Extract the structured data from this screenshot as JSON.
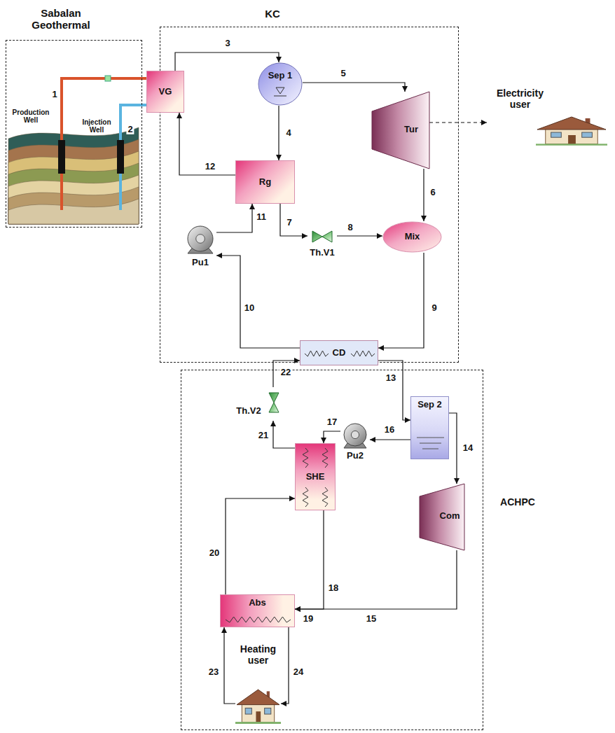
{
  "diagram": {
    "nodes": [
      {
        "text": [
          "Sabalan Geothermal"
        ]
      },
      {
        "text": [
          "KC"
        ]
      },
      {
        "text": [
          "VG"
        ],
        "in": 1
      },
      {
        "text": [
          "Sep 1"
        ],
        "in": 1
      },
      {
        "text": [
          "Tur"
        ],
        "in": 1
      },
      {
        "text": [
          "Electricity user"
        ]
      },
      {
        "text": [
          "Rg"
        ],
        "in": 1
      },
      {
        "text": [
          "Pu1"
        ],
        "in": 1
      },
      {
        "text": [
          "Th.V1"
        ],
        "in": 1
      },
      {
        "text": [
          "Mix"
        ],
        "in": 1
      },
      {
        "text": [
          "CD"
        ]
      },
      {
        "text": [
          "ACHPC"
        ]
      },
      {
        "text": [
          "Sep 2"
        ],
        "in": 11
      },
      {
        "text": [
          "Th.V2"
        ],
        "in": 11
      },
      {
        "text": [
          "Pu2"
        ],
        "in": 11
      },
      {
        "text": [
          "SHE"
        ],
        "in": 11
      },
      {
        "text": [
          "Com"
        ],
        "in": 11
      },
      {
        "text": [
          "Abs"
        ],
        "in": 11
      },
      {
        "text": [
          "Heating user"
        ],
        "in": 11
      }
    ],
    "edges": [
      {
        "from": 0,
        "to": 2,
        "arrow": "none"
      },
      {
        "from": 2,
        "to": 0,
        "arrow": "none"
      },
      {
        "from": 2,
        "to": 3,
        "arrow": "to"
      },
      {
        "from": 3,
        "to": 6,
        "arrow": "to"
      },
      {
        "from": 3,
        "to": 4,
        "arrow": "to"
      },
      {
        "from": 4,
        "to": 5,
        "arrow": "to"
      },
      {
        "from": 4,
        "to": 9,
        "arrow": "to"
      },
      {
        "from": 6,
        "to": 8,
        "arrow": "to"
      },
      {
        "from": 8,
        "to": 9,
        "arrow": "to"
      },
      {
        "from": 9,
        "to": 10,
        "arrow": "to"
      },
      {
        "from": 10,
        "to": 7,
        "arrow": "to"
      },
      {
        "from": 7,
        "to": 6,
        "arrow": "to"
      },
      {
        "from": 6,
        "to": 2,
        "arrow": "to"
      },
      {
        "from": 10,
        "to": 12,
        "arrow": "to"
      },
      {
        "from": 12,
        "to": 16,
        "arrow": "to"
      },
      {
        "from": 16,
        "to": 17,
        "arrow": "to"
      },
      {
        "from": 12,
        "to": 14,
        "arrow": "to"
      },
      {
        "from": 14,
        "to": 15,
        "arrow": "to"
      },
      {
        "from": 15,
        "to": 17,
        "arrow": "to"
      },
      {
        "from": 17,
        "to": 15,
        "arrow": "to"
      },
      {
        "from": 15,
        "to": 13,
        "arrow": "to"
      },
      {
        "from": 13,
        "to": 10,
        "arrow": "to"
      },
      {
        "from": 18,
        "to": 17,
        "arrow": "to"
      },
      {
        "from": 17,
        "to": 18,
        "arrow": "to"
      }
    ],
    "labels": [
      "Production Well",
      "Injection Well",
      "1",
      "2",
      "3",
      "4",
      "5",
      "6",
      "7",
      "8",
      "9",
      "10",
      "11",
      "12",
      "13",
      "14",
      "15",
      "16",
      "17",
      "18",
      "19",
      "20",
      "21",
      "22",
      "23",
      "24"
    ]
  }
}
